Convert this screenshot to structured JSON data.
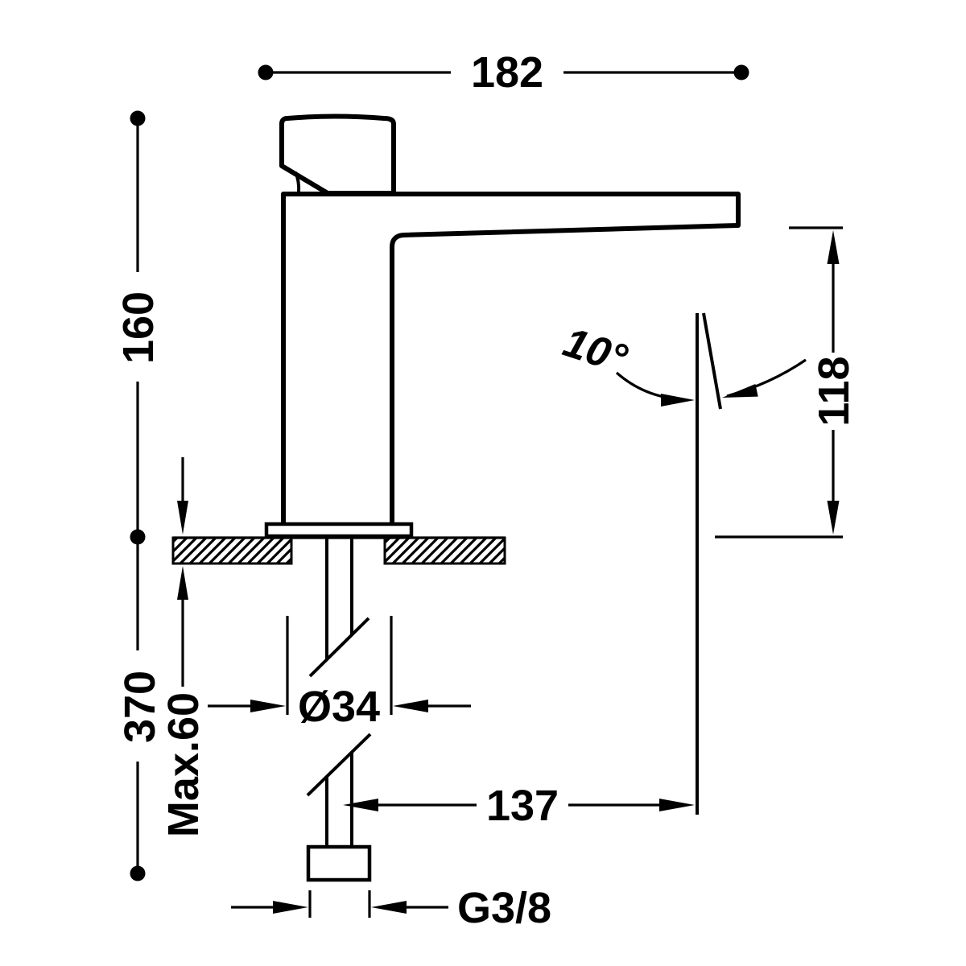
{
  "labels": {
    "width_182": "182",
    "height_160": "160",
    "height_370": "370",
    "max_deck": "Max.60",
    "outlet_height_118": "118",
    "angle_10": "10°",
    "diameter_34": "Ø34",
    "offset_137": "137",
    "thread_g38": "G3/8"
  },
  "colors": {
    "line": "#000000",
    "background": "#ffffff"
  }
}
